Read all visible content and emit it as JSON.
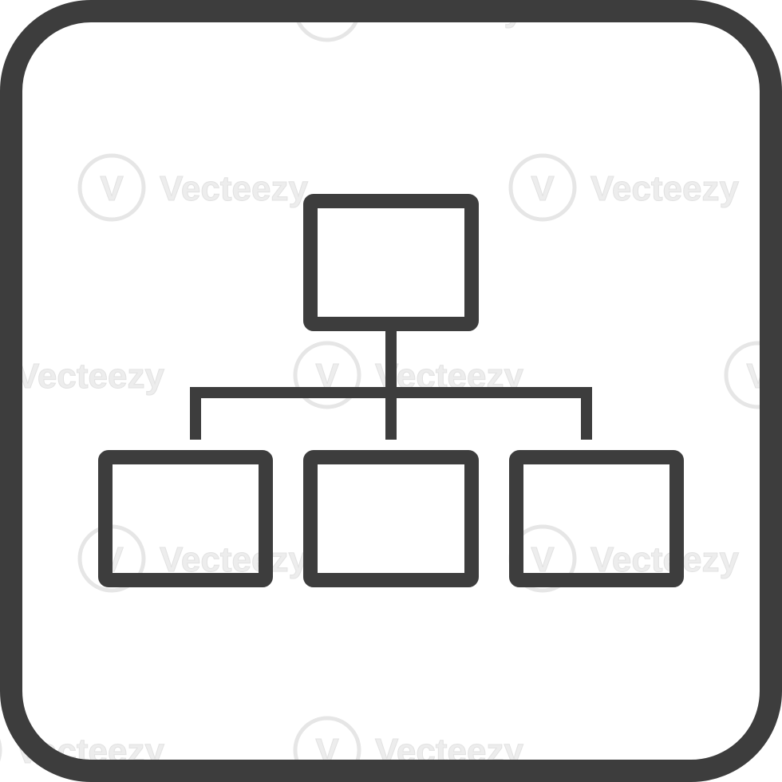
{
  "icon": {
    "name": "hierarchy-chart-icon",
    "frame_shape": "rounded-square",
    "stroke_color": "#3d3d3d",
    "background_color": "#ffffff",
    "nodes": {
      "top_count": 1,
      "bottom_count": 3
    }
  },
  "watermark": {
    "text": "Vecteezy",
    "logo_glyph": "V",
    "color": "#e8e8e8"
  }
}
